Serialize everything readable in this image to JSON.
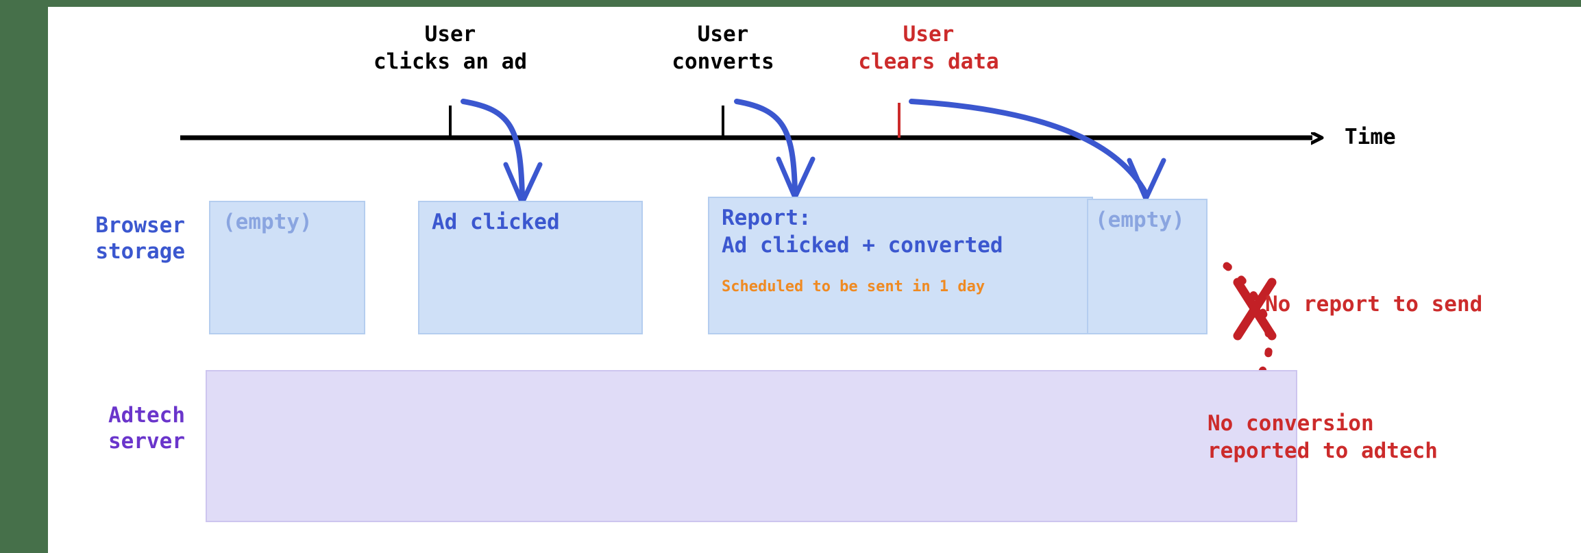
{
  "page": {
    "title": "Attribution reporting timeline with cleared browser data",
    "background_color": "#46704a",
    "canvas_color": "#ffffff"
  },
  "colors": {
    "timeline": "#000000",
    "browser_blue": "#3b57cf",
    "browser_box_fill": "#cfe0f7",
    "browser_box_border": "#b4cdef",
    "muted_blue": "#8aa5e0",
    "adtech_purple": "#6a35cb",
    "adtech_box_fill": "#e0dcf7",
    "adtech_box_border": "#cdc5ef",
    "arrow_blue": "#3b57cf",
    "alert_red": "#cc2b2b",
    "schedule_orange": "#ef8a22"
  },
  "timeline": {
    "axis_label": "Time",
    "events": [
      {
        "id": "click",
        "label_line1": "User",
        "label_line2": "clicks an ad",
        "color": "#000000",
        "tick_x": 657
      },
      {
        "id": "convert",
        "label_line1": "User",
        "label_line2": "converts",
        "color": "#000000",
        "tick_x": 1055
      },
      {
        "id": "clear",
        "label_line1": "User",
        "label_line2": "clears data",
        "color": "#cc2b2b",
        "tick_x": 1312
      }
    ]
  },
  "rows": {
    "browser": {
      "label_line1": "Browser",
      "label_line2": "storage"
    },
    "adtech": {
      "label_line1": "Adtech",
      "label_line2": "server"
    }
  },
  "browser_storage_states": [
    {
      "id": "state-empty-initial",
      "text": "(empty)",
      "muted": true,
      "sub_text": null
    },
    {
      "id": "state-ad-clicked",
      "text": "Ad clicked",
      "muted": false,
      "sub_text": null
    },
    {
      "id": "state-report-pending",
      "text": "Report:\nAd clicked + converted",
      "muted": false,
      "sub_text": "Scheduled to be sent in 1 day"
    },
    {
      "id": "state-empty-after-clear",
      "text": "(empty)",
      "muted": true,
      "sub_text": null
    }
  ],
  "annotations": {
    "no_report": "No report to send",
    "no_conversion_line1": "No conversion",
    "no_conversion_line2": "reported to adtech"
  },
  "icons": {
    "x_mark": "red-x-icon",
    "dotted_failed_path": "dotted-path-icon",
    "time_arrow": "arrow-right-icon"
  }
}
